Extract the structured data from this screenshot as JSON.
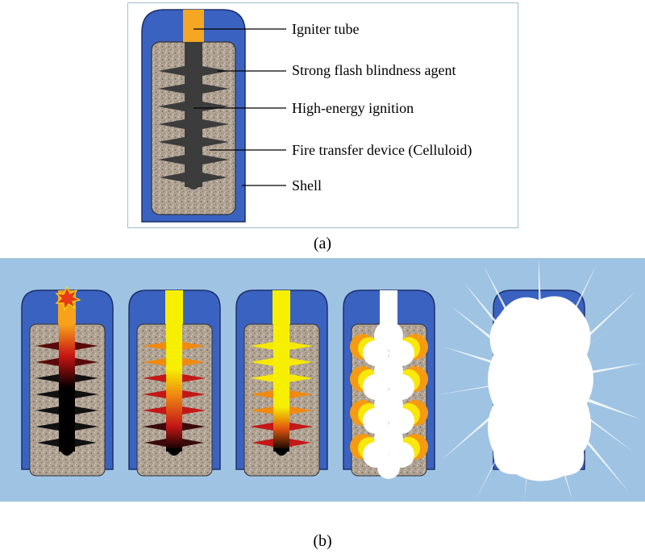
{
  "panel_a": {
    "labels": [
      "Igniter tube",
      "Strong flash blindness agent",
      "High-energy ignition",
      "Fire transfer device (Celluloid)",
      "Shell"
    ],
    "caption": "(a)"
  },
  "panel_b": {
    "caption": "(b)",
    "stages": [
      "ignition-start",
      "fire-transfer-early",
      "fire-transfer-late",
      "agent-burning",
      "explosion-flash"
    ]
  },
  "colors": {
    "shell_blue": "#3a62c0",
    "igniter_orange": "#f5a623",
    "agent_gray": "#a89a8c",
    "transfer_dark": "#3c3c3c",
    "panel_b_background": "#9fc3e3"
  }
}
